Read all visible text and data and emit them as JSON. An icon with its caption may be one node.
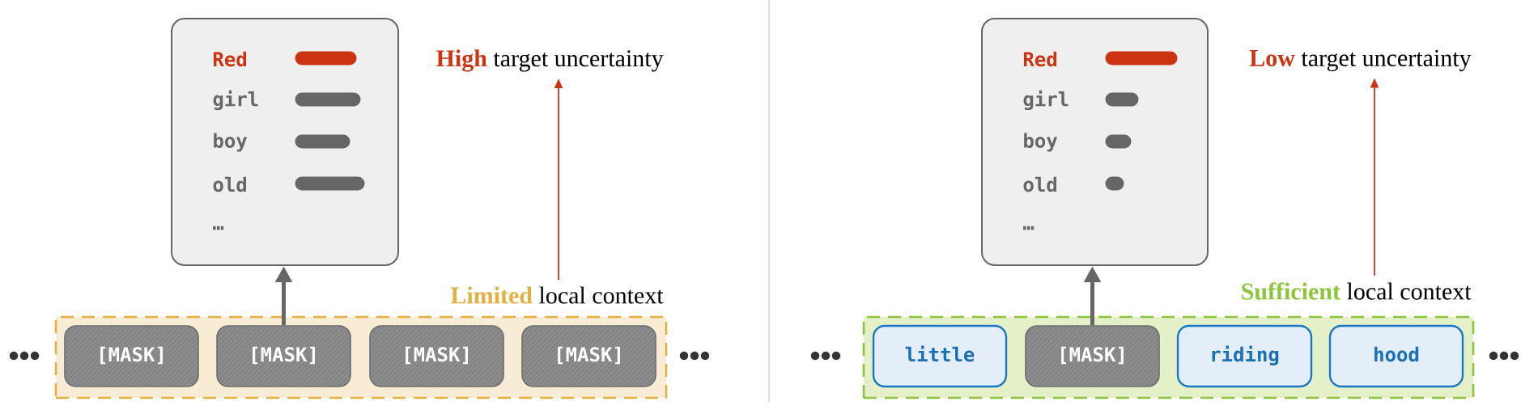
{
  "diagram": {
    "nodes": [
      {
        "text": [
          "Red",
          "girl",
          "boy",
          "old",
          "…"
        ]
      },
      {
        "text": [],
        "shape": "box"
      },
      {
        "text": [
          "[MASK]"
        ],
        "in": 1
      },
      {
        "text": [
          "[MASK]"
        ],
        "in": 1
      },
      {
        "text": [
          "[MASK]"
        ],
        "in": 1
      },
      {
        "text": [
          "[MASK]"
        ],
        "in": 1
      },
      {
        "text": [
          "High",
          "target uncertainty"
        ]
      },
      {
        "text": [
          "Limited",
          "local context"
        ]
      },
      {
        "text": [
          "Red",
          "girl",
          "boy",
          "old",
          "…"
        ]
      },
      {
        "text": [],
        "shape": "box"
      },
      {
        "text": [
          "little"
        ],
        "in": 9
      },
      {
        "text": [
          "[MASK]"
        ],
        "in": 9
      },
      {
        "text": [
          "riding"
        ],
        "in": 9
      },
      {
        "text": [
          "hood"
        ],
        "in": 9
      },
      {
        "text": [
          "Low",
          "target uncertainty"
        ]
      },
      {
        "text": [
          "Sufficient",
          "local context"
        ]
      }
    ],
    "edges": [
      {
        "from": 3,
        "to": 0,
        "arrow": "to",
        "style": "thick"
      },
      {
        "from": 7,
        "to": 6,
        "arrow": "to",
        "color": "#cc3311"
      },
      {
        "from": 11,
        "to": 8,
        "arrow": "to",
        "style": "thick"
      },
      {
        "from": 15,
        "to": 14,
        "arrow": "to",
        "color": "#cc3311"
      }
    ]
  }
}
